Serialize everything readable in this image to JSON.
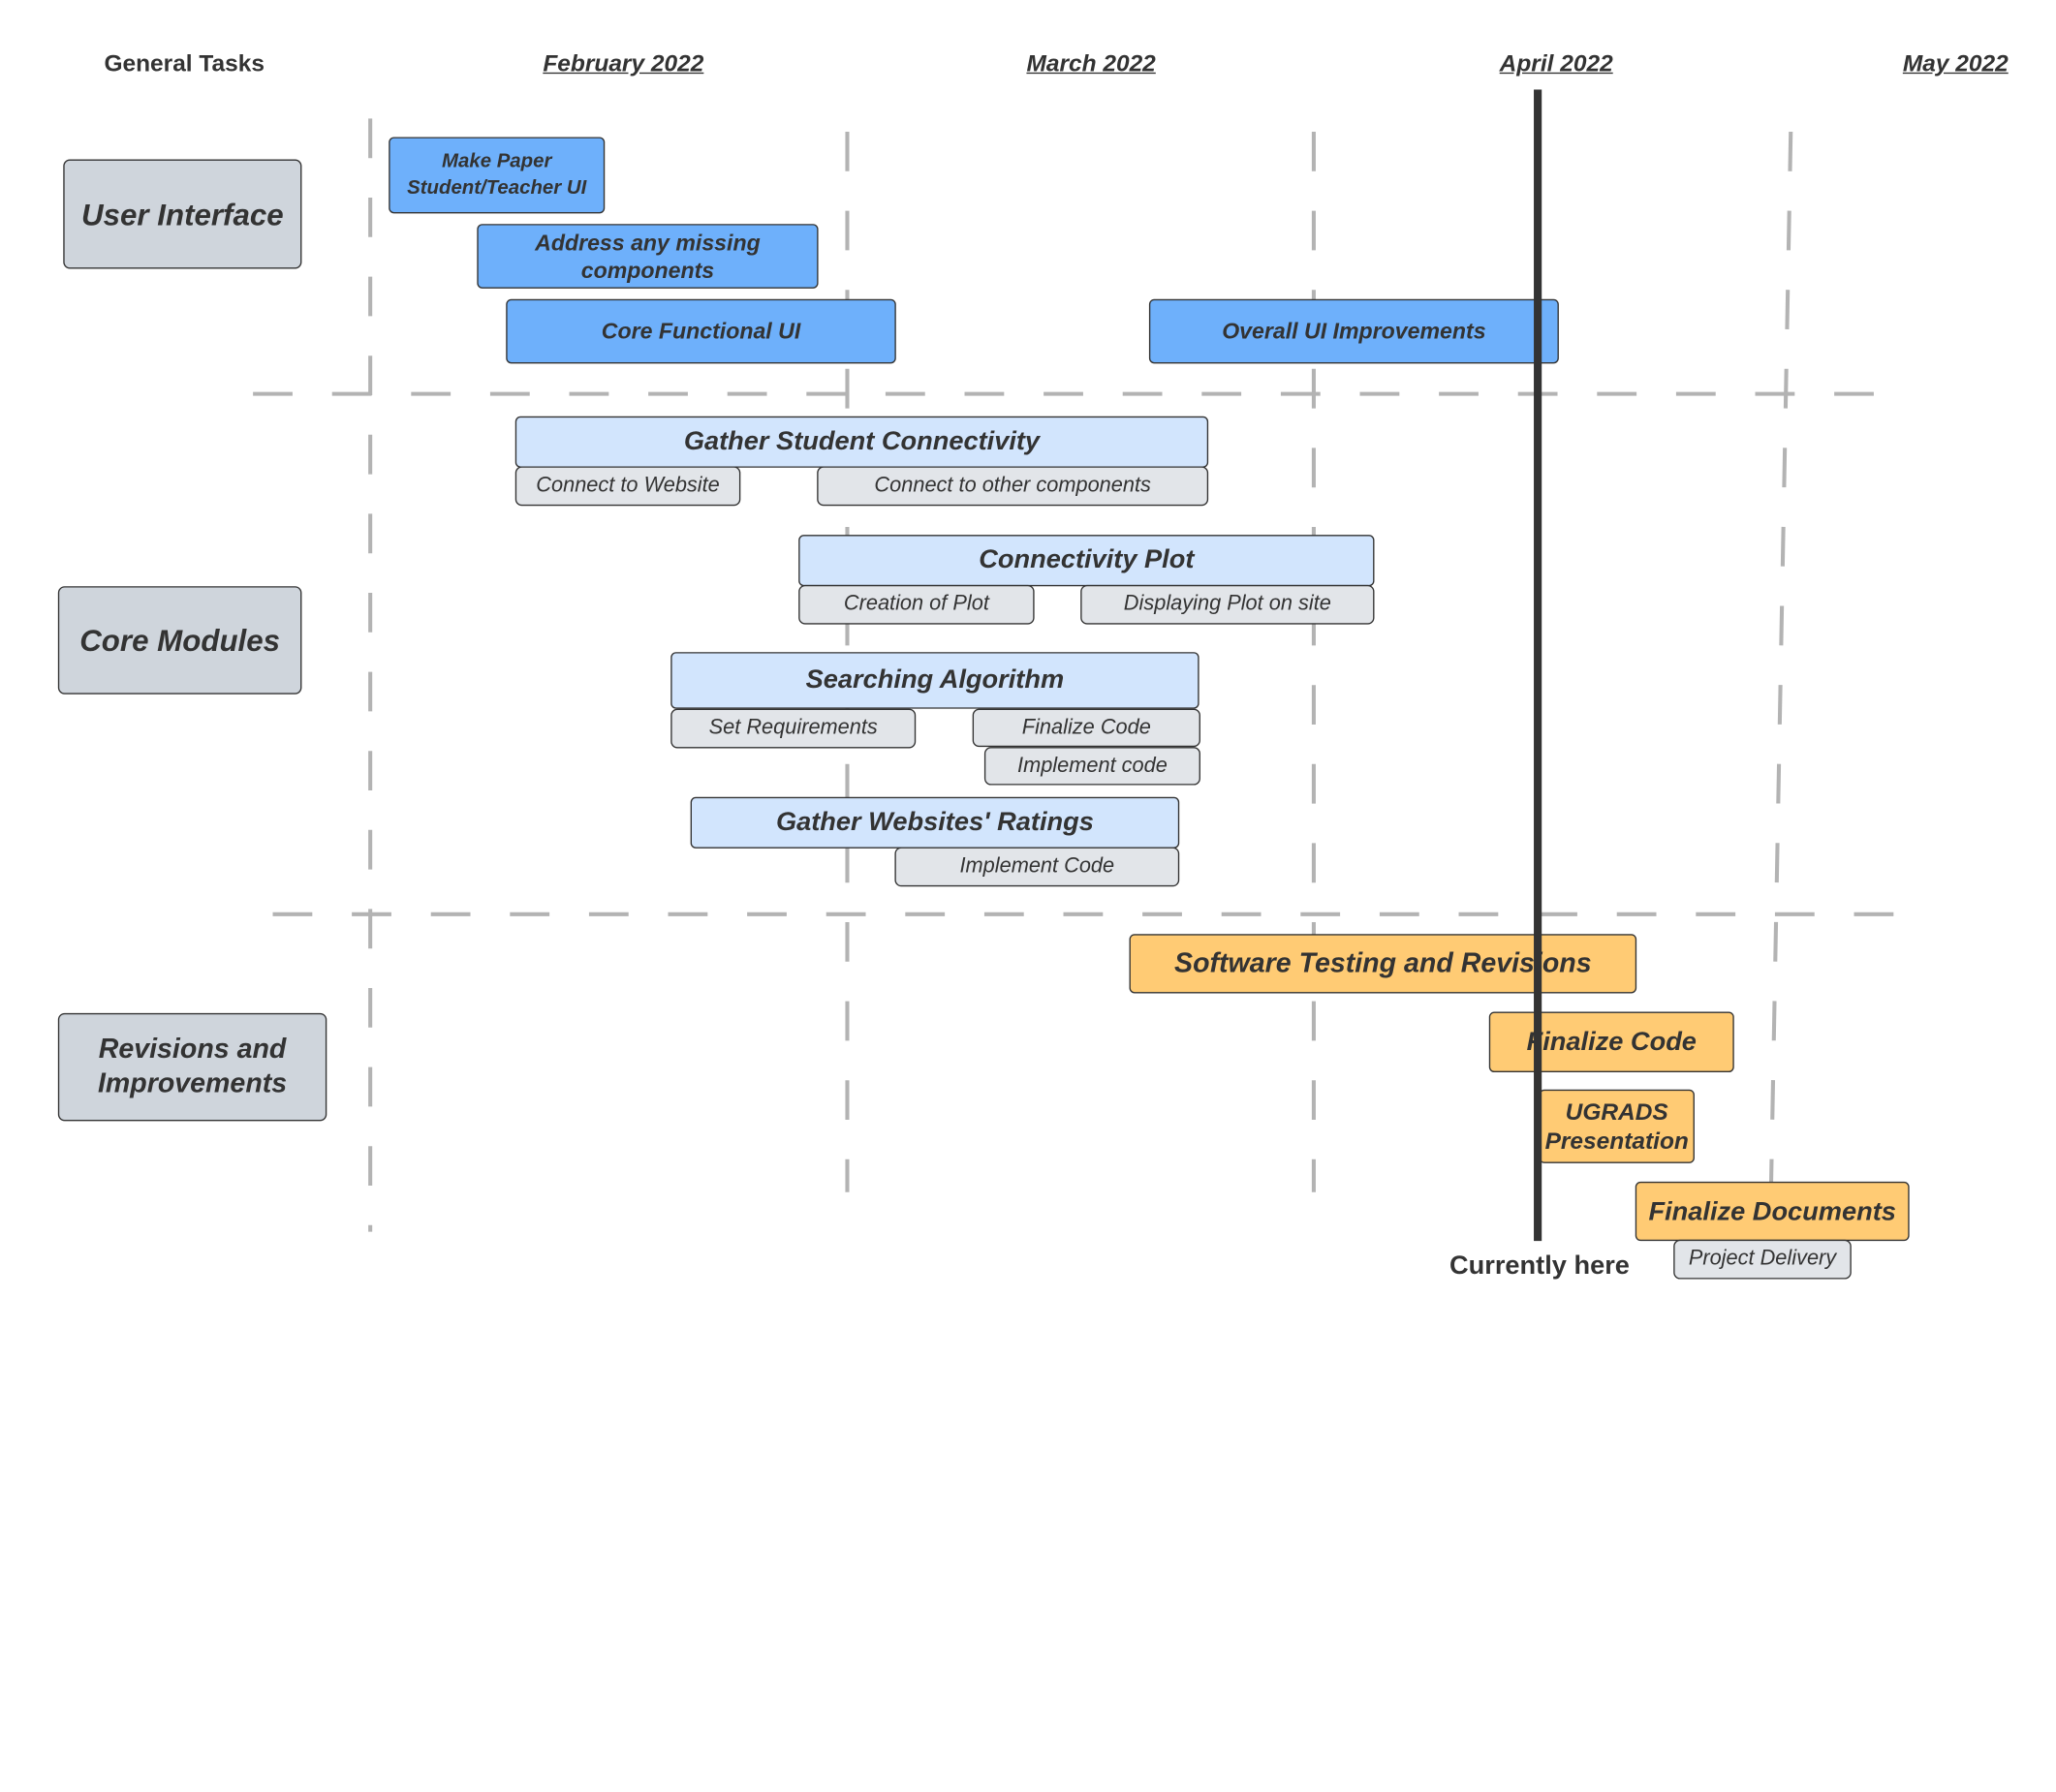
{
  "header": {
    "general_tasks": "General Tasks",
    "months": [
      "February 2022",
      "March 2022",
      "April 2022",
      "May 2022"
    ]
  },
  "categories": {
    "user_interface": "User Interface",
    "core_modules": "Core Modules",
    "revisions": "Revisions and Improvements"
  },
  "ui_tasks": {
    "make_paper_ui": "Make Paper Student/Teacher UI",
    "address_missing": "Address any missing components",
    "core_functional_ui": "Core Functional UI",
    "overall_ui_improvements": "Overall UI Improvements"
  },
  "core_tasks": {
    "gather_connectivity": "Gather Student Connectivity",
    "connect_website": "Connect to Website",
    "connect_other": "Connect to other components",
    "connectivity_plot": "Connectivity Plot",
    "creation_plot": "Creation of Plot",
    "displaying_plot": "Displaying Plot on site",
    "searching_algorithm": "Searching Algorithm",
    "set_requirements": "Set Requirements",
    "finalize_code": "Finalize Code",
    "implement_code_lower": "Implement code",
    "gather_ratings": "Gather Websites' Ratings",
    "implement_code": "Implement Code"
  },
  "revision_tasks": {
    "software_testing": "Software Testing and Revisions",
    "finalize_code": "Finalize Code",
    "ugrads": "UGRADS Presentation",
    "finalize_documents": "Finalize Documents",
    "project_delivery": "Project Delivery"
  },
  "marker": {
    "label": "Currently here"
  },
  "colors": {
    "ui_task": "#6eb0fb",
    "core_task": "#d2e5fd",
    "subtask": "#e2e5e9",
    "revision_task": "#ffcb74",
    "category": "#cfd5dc",
    "gridline": "#b3b3b3",
    "marker": "#333333"
  }
}
